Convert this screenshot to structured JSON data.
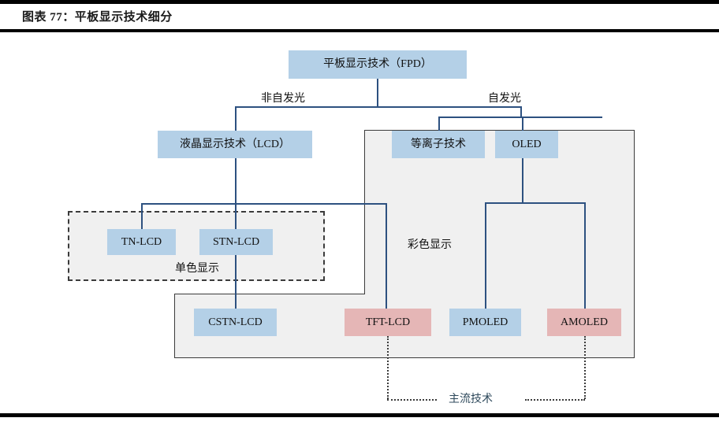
{
  "figure": {
    "title": "图表 77：平板显示技术细分"
  },
  "diagram": {
    "type": "tree-diagram",
    "root": {
      "id": "fpd",
      "label": "平板显示技术（FPD）",
      "color": "blue"
    },
    "edge_labels": {
      "non_emissive": "非自发光",
      "emissive": "自发光"
    },
    "level2": [
      {
        "id": "lcd",
        "label": "液晶显示技术（LCD）",
        "color": "blue"
      },
      {
        "id": "plasma",
        "label": "等离子技术",
        "color": "blue"
      },
      {
        "id": "oled",
        "label": "OLED",
        "color": "blue"
      }
    ],
    "level3": [
      {
        "id": "tn",
        "label": "TN-LCD",
        "color": "blue"
      },
      {
        "id": "stn",
        "label": "STN-LCD",
        "color": "blue"
      }
    ],
    "level4": [
      {
        "id": "cstn",
        "label": "CSTN-LCD",
        "color": "blue"
      },
      {
        "id": "tft",
        "label": "TFT-LCD",
        "color": "pink"
      },
      {
        "id": "pmoled",
        "label": "PMOLED",
        "color": "blue"
      },
      {
        "id": "amoled",
        "label": "AMOLED",
        "color": "pink"
      }
    ],
    "regions": [
      {
        "id": "mono",
        "label": "单色显示",
        "style": "dashed"
      },
      {
        "id": "color",
        "label": "彩色显示",
        "style": "solid"
      }
    ],
    "legend": {
      "label": "主流技术",
      "members": [
        "TFT-LCD",
        "AMOLED"
      ]
    },
    "colors": {
      "node_blue": "#b4d0e7",
      "node_pink": "#e5b6b6",
      "connector": "#2d5180",
      "region_fill": "#f0f0f0",
      "region_border": "#3b3b3b",
      "legend_text": "#2f4a5c",
      "rule": "#000000"
    }
  }
}
